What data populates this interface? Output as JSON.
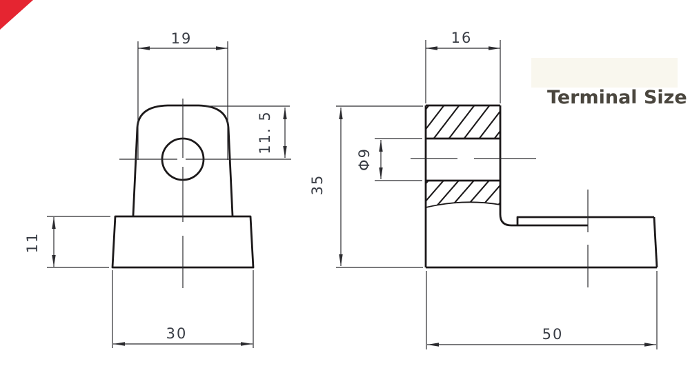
{
  "header": {
    "title": "Terminal Size"
  },
  "accent": {
    "corner_color": "#e52531",
    "title_bg": "#f9f7ee",
    "title_text_color": "#4a463e",
    "outline_color": "#1c191a",
    "dim_text_color": "#383c44"
  },
  "front_view": {
    "name": "front view (lug with hole and base)",
    "top_width": "19",
    "hole_center_from_top": "11. 5",
    "base_height": "11",
    "base_width": "30"
  },
  "side_view": {
    "name": "side section view (L-shaped terminal)",
    "top_width": "16",
    "overall_height": "35",
    "hole_diameter": "Φ9",
    "base_length": "50"
  }
}
